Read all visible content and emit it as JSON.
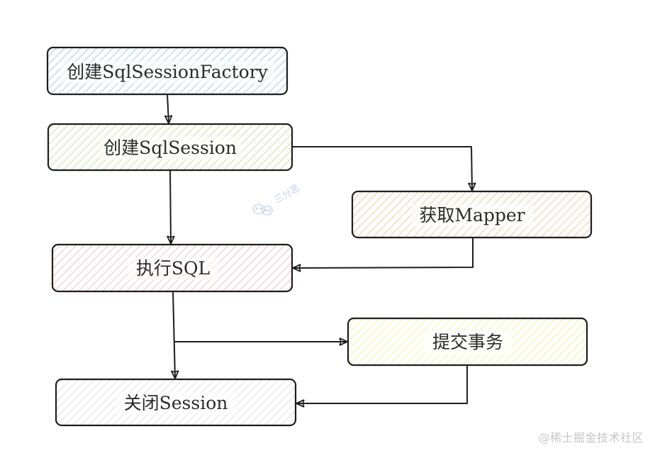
{
  "diagram": {
    "title": "",
    "nodes": [
      {
        "id": "create-factory",
        "label": "创建SqlSessionFactory",
        "fill": "#a5c8ec"
      },
      {
        "id": "create-session",
        "label": "创建SqlSession",
        "fill": "#c9e59a"
      },
      {
        "id": "get-mapper",
        "label": "获取Mapper",
        "fill": "#f6c79a"
      },
      {
        "id": "execute-sql",
        "label": "执行SQL",
        "fill": "#f5bcc4"
      },
      {
        "id": "commit-transaction",
        "label": "提交事务",
        "fill": "#eef59a"
      },
      {
        "id": "close-session",
        "label": "关闭Session",
        "fill": "#d9d9d9"
      }
    ],
    "edges": [
      {
        "from": "create-factory",
        "to": "create-session"
      },
      {
        "from": "create-session",
        "to": "execute-sql"
      },
      {
        "from": "create-session",
        "to": "get-mapper"
      },
      {
        "from": "get-mapper",
        "to": "execute-sql"
      },
      {
        "from": "execute-sql",
        "to": "close-session"
      },
      {
        "from": "execute-sql",
        "to": "commit-transaction"
      },
      {
        "from": "commit-transaction",
        "to": "close-session"
      }
    ],
    "stroke_color": "#1e1e1e"
  },
  "watermark": {
    "icon": "wechat-icon",
    "text": "三分恶"
  },
  "credit": "@稀土掘金技术社区"
}
